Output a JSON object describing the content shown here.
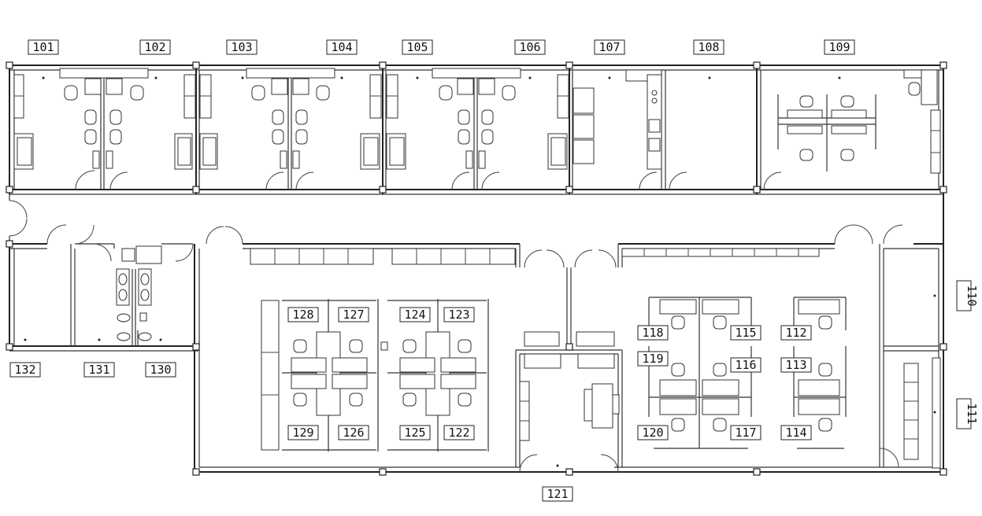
{
  "rooms": {
    "r101": "101",
    "r102": "102",
    "r103": "103",
    "r104": "104",
    "r105": "105",
    "r106": "106",
    "r107": "107",
    "r108": "108",
    "r109": "109",
    "r110": "110",
    "r111": "111",
    "r112": "112",
    "r113": "113",
    "r114": "114",
    "r115": "115",
    "r116": "116",
    "r117": "117",
    "r118": "118",
    "r119": "119",
    "r120": "120",
    "r121": "121",
    "r122": "122",
    "r123": "123",
    "r124": "124",
    "r125": "125",
    "r126": "126",
    "r127": "127",
    "r128": "128",
    "r129": "129",
    "r130": "130",
    "r131": "131",
    "r132": "132"
  },
  "colors": {
    "line": "#222222",
    "background": "#ffffff"
  }
}
